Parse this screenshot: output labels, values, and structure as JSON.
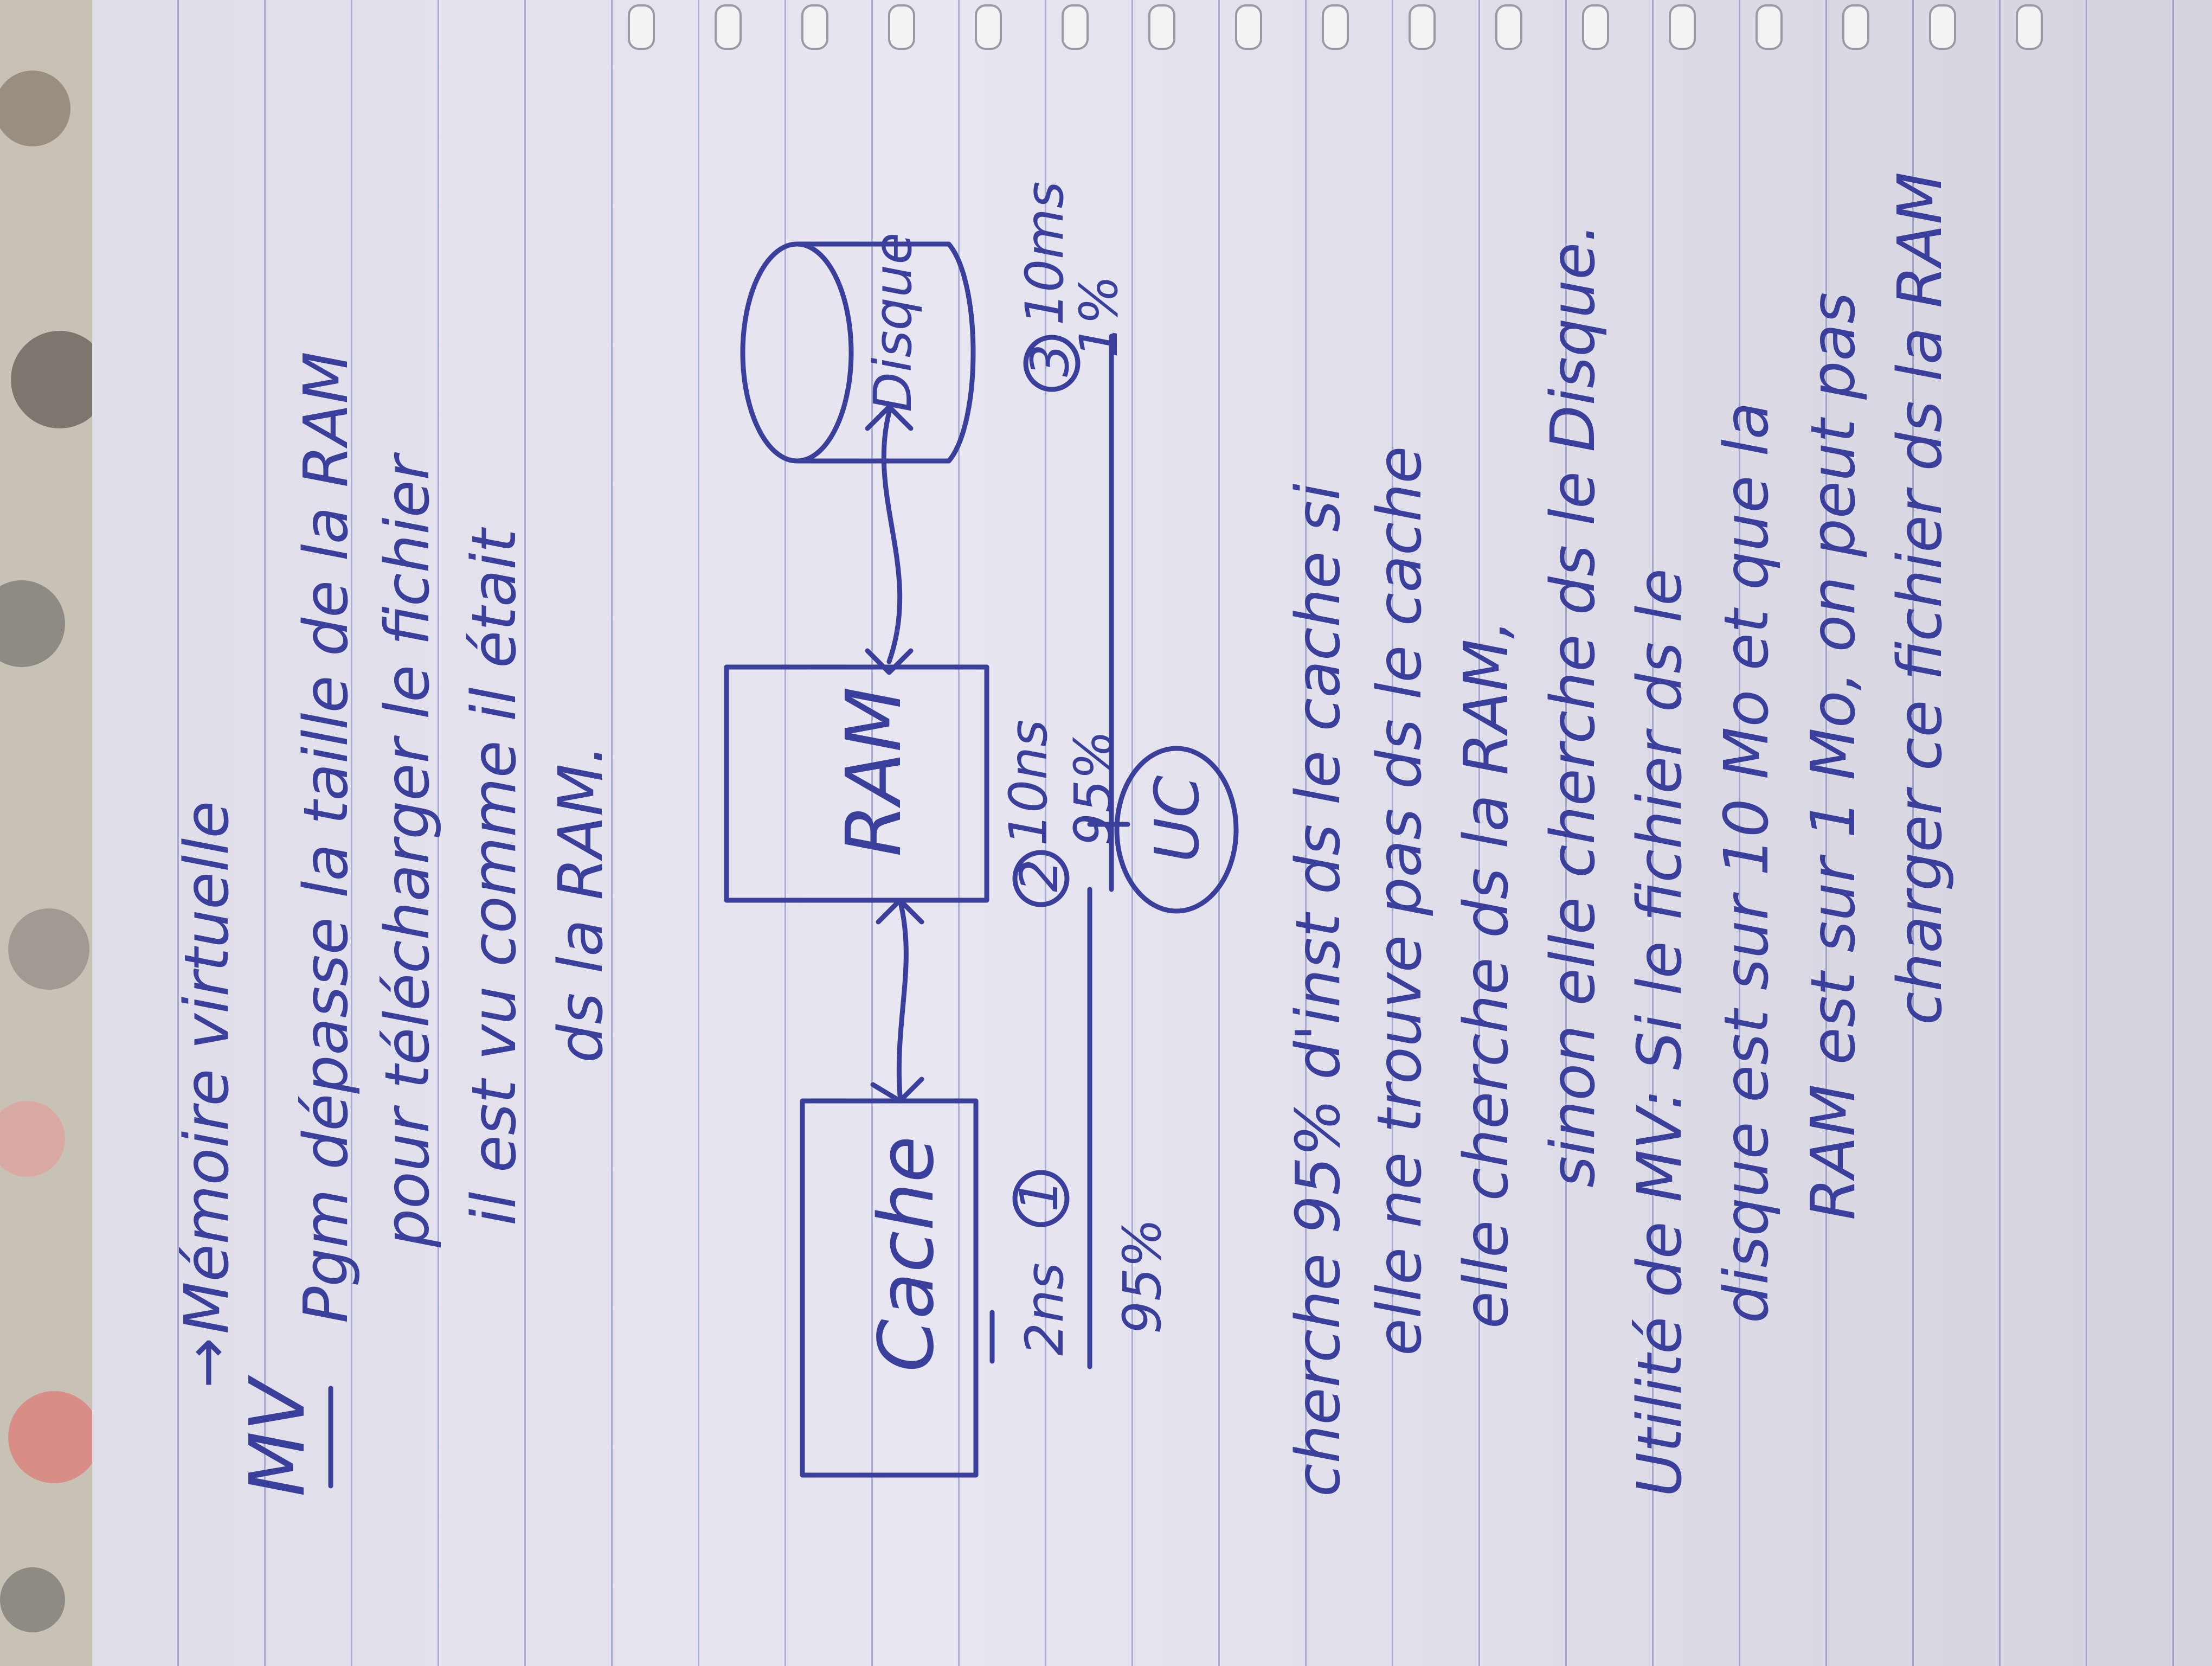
{
  "title": {
    "abbrev": "MV",
    "arrow": "→",
    "label": "Mémoire virtuelle"
  },
  "definition": [
    "Pgm dépasse la taille de la RAM",
    "pour télécharger le fichier",
    "il est vu comme il était",
    "ds la RAM."
  ],
  "diagram": {
    "cache": {
      "label": "Cache",
      "time": "2ns",
      "step": "1",
      "percent": "95%"
    },
    "ram": {
      "label": "RAM",
      "time": "10ns",
      "step": "2",
      "percent": "95%"
    },
    "disque": {
      "label": "Disque",
      "time": "10ms",
      "step": "3",
      "percent": "1%"
    },
    "uc": {
      "label": "UC"
    }
  },
  "explanation": [
    "cherche 95% d'inst ds le cache si",
    "elle ne trouve pas ds le cache",
    "elle cherche ds la RAM,",
    "sinon elle cherche ds le Disque."
  ],
  "utility": [
    "Utilité de MV: Si le fichier ds le",
    "disque est sur 10 Mo et que la",
    "RAM est sur 1 Mo, on peut pas",
    "charger ce fichier ds la RAM"
  ],
  "colors": {
    "ink": "#3a3f9c",
    "paper": "#e8e6f0",
    "rule": "#a9afd6"
  }
}
